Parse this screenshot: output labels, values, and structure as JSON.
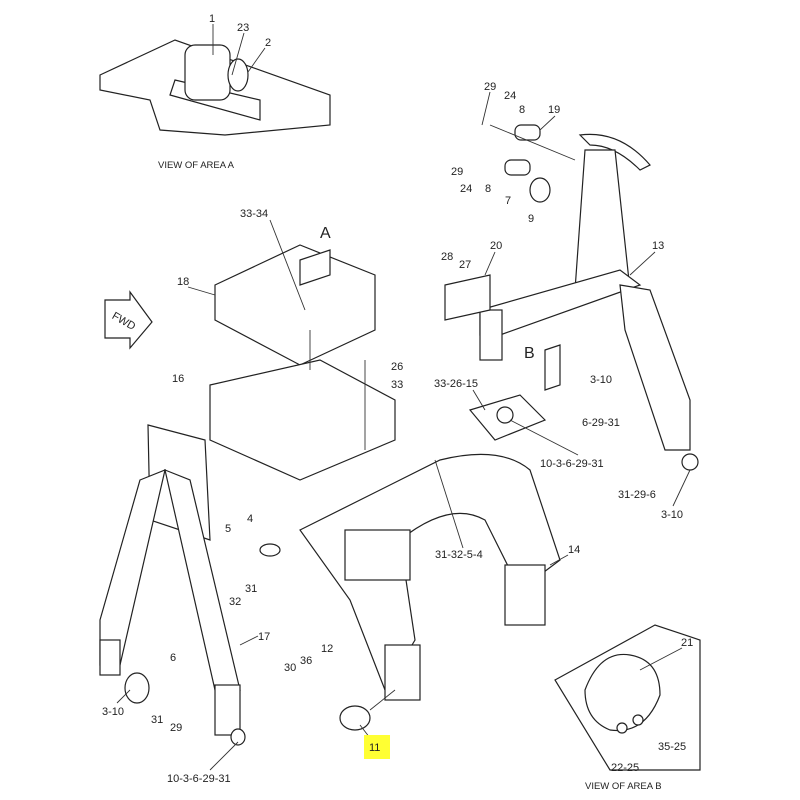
{
  "diagram": {
    "highlight_color": "#ffff33",
    "view_a_caption": "VIEW OF AREA  A",
    "view_b_caption": "VIEW OF AREA B",
    "area_a_marker": "A",
    "area_b_marker": "B",
    "fwd_label": "FWD",
    "callouts": {
      "a1": "1",
      "a23": "23",
      "a2": "2",
      "t29a": "29",
      "t24a": "24",
      "t8a": "8",
      "t19": "19",
      "t29b": "29",
      "t24b": "24",
      "t8b": "8",
      "t7": "7",
      "t9": "9",
      "c3334": "33-34",
      "c18": "18",
      "c20": "20",
      "c28": "28",
      "c27": "27",
      "c13": "13",
      "c26": "26",
      "c33": "33",
      "c16": "16",
      "c332615": "33-26-15",
      "c310a": "3-10",
      "c62931": "6-29-31",
      "c10362931a": "10-3-6-29-31",
      "c31296": "31-29-6",
      "c310b": "3-10",
      "c4": "4",
      "c5": "5",
      "c31a": "31",
      "c32": "32",
      "c313254": "31-32-5-4",
      "c14": "14",
      "c17": "17",
      "c21": "21",
      "c6": "6",
      "c12": "12",
      "c30": "30",
      "c36": "36",
      "c310c": "3-10",
      "c31b": "31",
      "c29": "29",
      "c11": "11",
      "c3525": "35-25",
      "c2225": "22-25",
      "c10362931b": "10-3-6-29-31"
    }
  }
}
